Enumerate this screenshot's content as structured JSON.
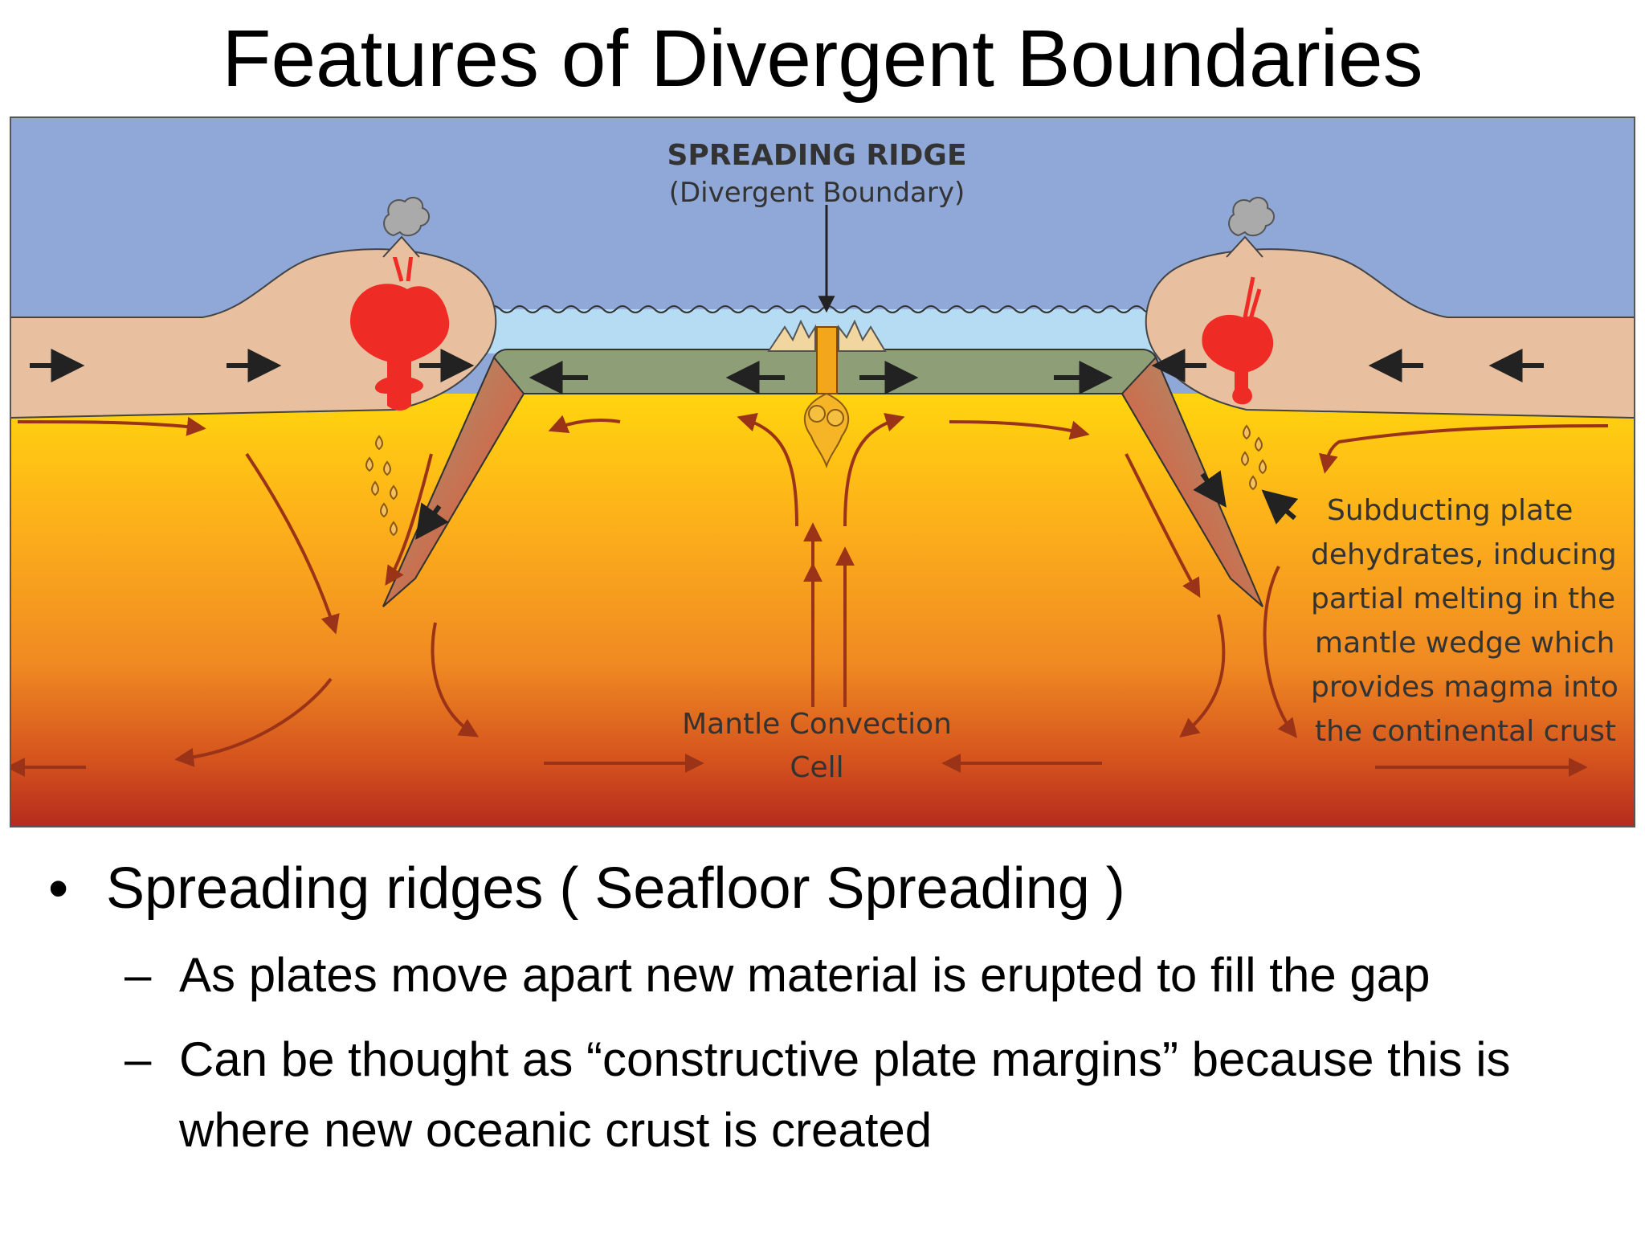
{
  "title": "Features of Divergent Boundaries",
  "diagram": {
    "ridge_label": "SPREADING RIDGE",
    "ridge_sublabel": "(Divergent Boundary)",
    "subduction_note": [
      "Subducting plate",
      "dehydrates, inducing",
      "partial melting in the",
      "mantle wedge which",
      "provides magma into",
      "the continental crust"
    ],
    "convection_label": [
      "Mantle Convection",
      "Cell"
    ],
    "colors": {
      "ocean": "#8fa8d8",
      "shallow_water": "#b5dcf2",
      "continental_crust": "#e8c0a0",
      "oceanic_plate": "#8e9f78",
      "magma": "#ee2b24",
      "mantle_top": "#ffcf10",
      "mantle_bottom": "#b42a1e",
      "flow_arrow": "#9a3318"
    }
  },
  "bullets": {
    "main": "Spreading ridges ( Seafloor Spreading )",
    "sub": [
      "As plates move apart new material is erupted to fill the gap",
      "Can be thought as “constructive plate margins” because this is where new oceanic crust is created"
    ]
  }
}
